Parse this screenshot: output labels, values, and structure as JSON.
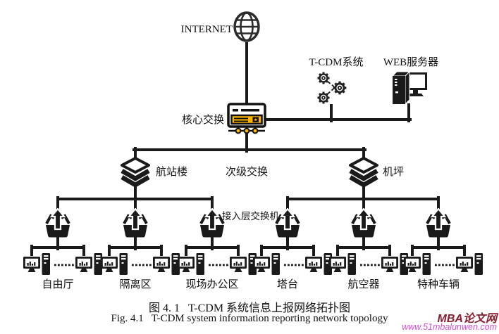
{
  "colors": {
    "line": "#1a1a1a",
    "switch_yellow": "#FFB400",
    "watermark_red": "#8a1f2f",
    "watermark_pink": "#d24fd2"
  },
  "nodes": {
    "internet": "INTERNET",
    "tcdm_system": "T-CDM系统",
    "web_server": "WEB服务器",
    "core_switch": "核心交换",
    "secondary_switch": "次级交换",
    "terminal_building": "航站楼",
    "apron": "机坪",
    "access_switch": "接入层交换机"
  },
  "groups": [
    {
      "label": "自由厅"
    },
    {
      "label": "隔离区"
    },
    {
      "label": "现场办公区"
    },
    {
      "label": "塔台"
    },
    {
      "label": "航空器"
    },
    {
      "label": "特种车辆"
    }
  ],
  "caption": {
    "zh": "图 4. 1   T-CDM 系统信息上报网络拓扑图",
    "en": "Fig. 4.1   T-CDM system information reporting network topology"
  },
  "watermark": {
    "name": "MBA论文网",
    "url": "www.51mbalunwen.com"
  }
}
